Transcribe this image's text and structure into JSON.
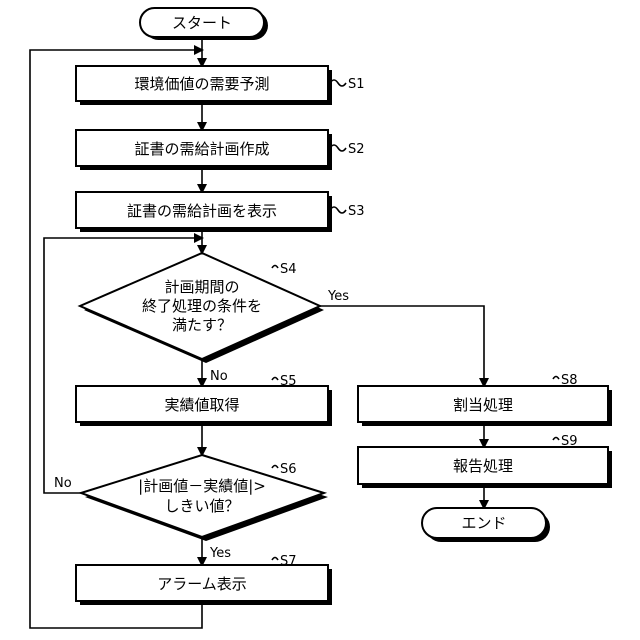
{
  "start": "スタート",
  "end": "エンド",
  "steps": {
    "s1": {
      "label": "環境価値の需要予測",
      "id": "S1"
    },
    "s2": {
      "label": "証書の需給計画作成",
      "id": "S2"
    },
    "s3": {
      "label": "証書の需給計画を表示",
      "id": "S3"
    },
    "s4": {
      "lines": [
        "計画期間の",
        "終了処理の条件を",
        "満たす？"
      ],
      "id": "S4"
    },
    "s5": {
      "label": "実績値取得",
      "id": "S5"
    },
    "s6": {
      "lines": [
        "|計画値－実績値|>",
        "しきい値？"
      ],
      "id": "S6"
    },
    "s7": {
      "label": "アラーム表示",
      "id": "S7"
    },
    "s8": {
      "label": "割当処理",
      "id": "S8"
    },
    "s9": {
      "label": "報告処理",
      "id": "S9"
    }
  },
  "branches": {
    "s4_yes": "Yes",
    "s4_no": "No",
    "s6_yes": "Yes",
    "s6_no": "No"
  },
  "colors": {
    "stroke": "#000000",
    "fill": "#ffffff"
  }
}
